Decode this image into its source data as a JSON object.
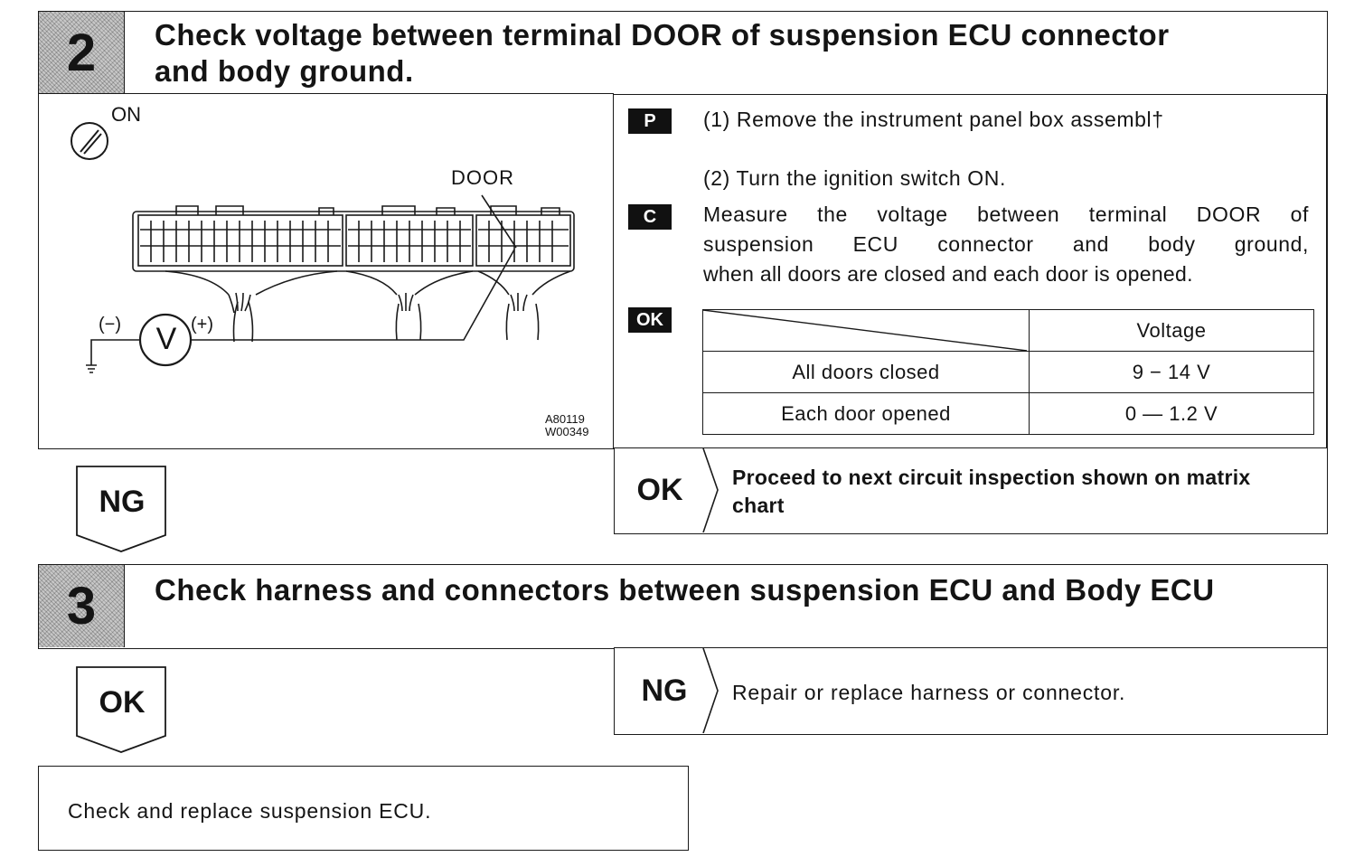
{
  "step2": {
    "number": "2",
    "title_line1": "Check voltage between terminal DOOR of suspension ECU connector",
    "title_line2": "and body ground.",
    "diagram": {
      "ignition_label": "ON",
      "terminal_label": "DOOR",
      "minus_label": "(−)",
      "plus_label": "(+)",
      "meter_label": "V",
      "code_line1": "A80119",
      "code_line2": "W00349"
    },
    "prep_label": "P",
    "prep_step1": "(1) Remove the instrument panel box assembl†",
    "prep_step2": "(2) Turn the ignition switch ON.",
    "check_label": "C",
    "check_line1": "Measure the voltage between terminal DOOR of",
    "check_line2": "suspension ECU connector and body ground,",
    "check_line3": "when all doors are closed and each door is opened.",
    "ok_label": "OK",
    "table": {
      "header": "Voltage",
      "rows": [
        {
          "condition": "All doors closed",
          "value": "9 − 14 V"
        },
        {
          "condition": "Each door opened",
          "value": "0 — 1.2 V"
        }
      ]
    },
    "result_ok_key": "OK",
    "result_ok_line1": "Proceed to next circuit inspection shown on matrix",
    "result_ok_line2": "chart",
    "flow_ng": "NG"
  },
  "step3": {
    "number": "3",
    "title": "Check harness and connectors between suspension ECU and Body ECU",
    "result_ng_key": "NG",
    "result_ng_text": "Repair or replace harness or connector.",
    "flow_ok": "OK"
  },
  "final_action": "Check and replace suspension ECU."
}
